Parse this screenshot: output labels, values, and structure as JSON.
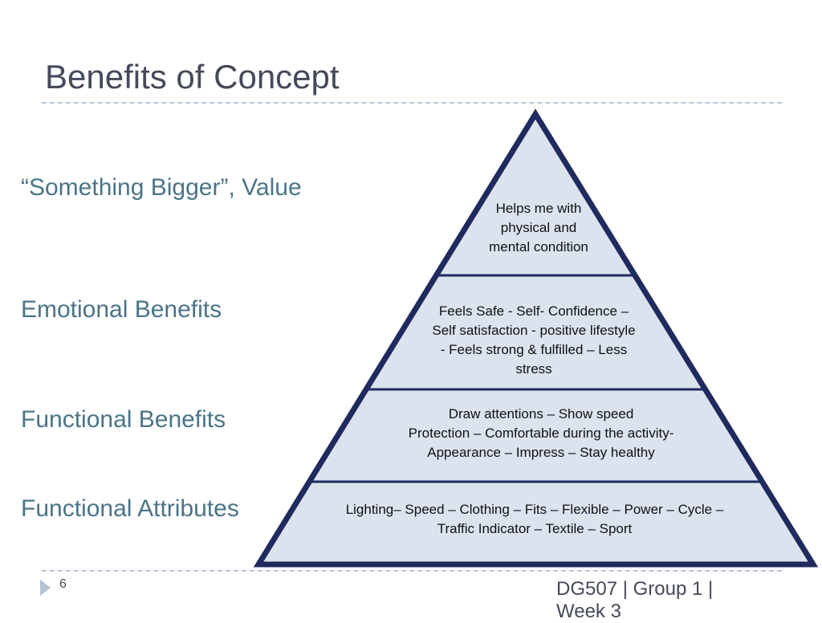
{
  "slide": {
    "title": "Benefits of Concept",
    "page_number": "6",
    "footer": "DG507 | Group 1 | Week 3"
  },
  "levels": [
    {
      "label": "“Something Bigger”, Value",
      "tier_lines": [
        "Helps me with",
        "physical and",
        "mental condition"
      ]
    },
    {
      "label": "Emotional Benefits",
      "tier_lines": [
        "Feels Safe - Self- Confidence –",
        "Self satisfaction - positive lifestyle",
        "- Feels strong & fulfilled – Less",
        "stress"
      ]
    },
    {
      "label": "Functional Benefits",
      "tier_lines": [
        "Draw attentions – Show speed",
        "Protection – Comfortable during the activity-",
        "Appearance – Impress – Stay healthy"
      ]
    },
    {
      "label": "Functional Attributes",
      "tier_lines": [
        "Lighting– Speed – Clothing – Fits – Flexible – Power – Cycle –",
        "Traffic Indicator – Textile – Sport"
      ]
    }
  ],
  "colors": {
    "pyramid_fill": "#dbe3ee",
    "pyramid_stroke": "#1f2a5e",
    "label_color": "#4a7488"
  }
}
